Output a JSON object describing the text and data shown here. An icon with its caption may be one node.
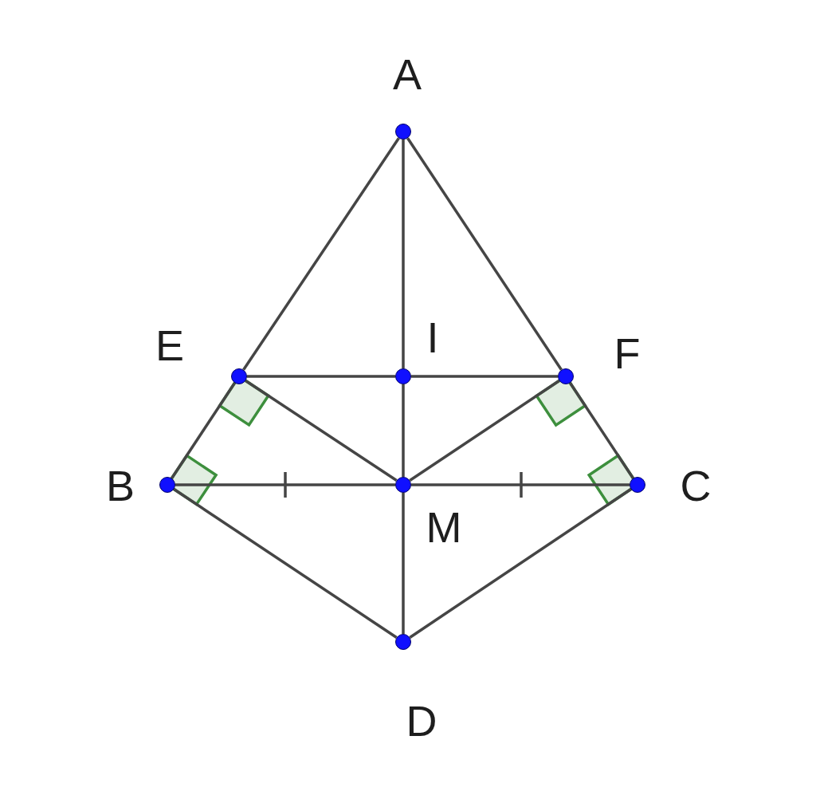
{
  "diagram": {
    "nodes": [
      {
        "text": [
          "A"
        ]
      },
      {
        "text": [
          "E"
        ]
      },
      {
        "text": [
          "I"
        ]
      },
      {
        "text": [
          "F"
        ]
      },
      {
        "text": [
          "B"
        ]
      },
      {
        "text": [
          "M"
        ]
      },
      {
        "text": [
          "C"
        ]
      },
      {
        "text": [
          "D"
        ]
      }
    ],
    "edges": [
      {
        "from": 0,
        "to": 1,
        "arrow": "none"
      },
      {
        "from": 1,
        "to": 4,
        "arrow": "none"
      },
      {
        "from": 0,
        "to": 3,
        "arrow": "none"
      },
      {
        "from": 3,
        "to": 6,
        "arrow": "none"
      },
      {
        "from": 0,
        "to": 2,
        "arrow": "none"
      },
      {
        "from": 2,
        "to": 5,
        "arrow": "none"
      },
      {
        "from": 5,
        "to": 7,
        "arrow": "none"
      },
      {
        "from": 1,
        "to": 2,
        "arrow": "none"
      },
      {
        "from": 2,
        "to": 3,
        "arrow": "none"
      },
      {
        "from": 1,
        "to": 5,
        "arrow": "none"
      },
      {
        "from": 3,
        "to": 5,
        "arrow": "none"
      },
      {
        "from": 4,
        "to": 5,
        "arrow": "none"
      },
      {
        "from": 5,
        "to": 6,
        "arrow": "none"
      },
      {
        "from": 4,
        "to": 7,
        "arrow": "none"
      },
      {
        "from": 6,
        "to": 7,
        "arrow": "none"
      }
    ]
  }
}
